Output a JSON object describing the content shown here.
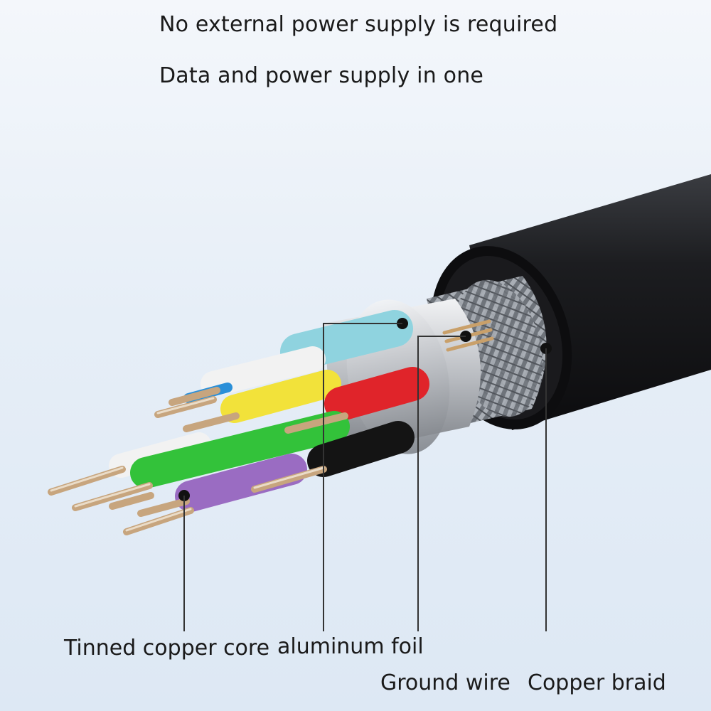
{
  "headlines": {
    "line1": "No external power supply is required",
    "line2": "Data and power supply in one"
  },
  "labels": {
    "tinned_copper_core": "Tinned copper core",
    "aluminum_foil": "aluminum foil",
    "ground_wire": "Ground wire",
    "copper_braid": "Copper braid"
  },
  "colors": {
    "jacket": "#1c1d20",
    "braid": "#8a8f96",
    "foil": "#c9ccd0",
    "wire_light_blue": "#8fd3df",
    "wire_white": "#f2f2f2",
    "wire_yellow": "#f2e23a",
    "wire_red": "#e0242a",
    "wire_green": "#33c23a",
    "wire_purple": "#9a6cc2",
    "wire_black": "#141414",
    "wire_blue": "#2a8fd8",
    "copper": "#c9a06a"
  }
}
